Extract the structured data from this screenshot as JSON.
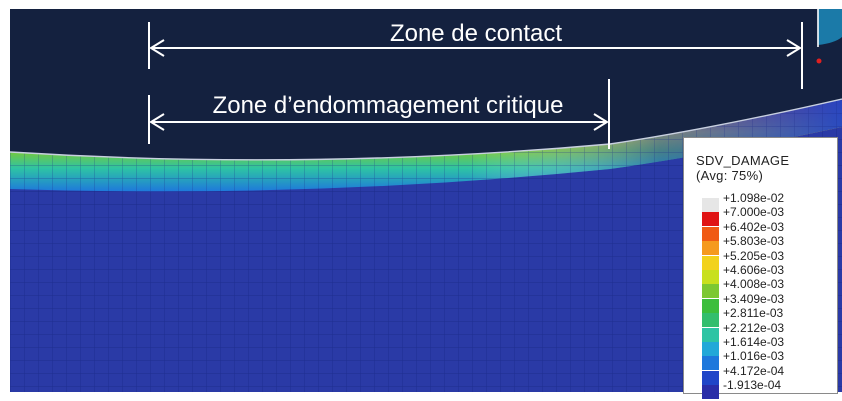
{
  "annotations": {
    "contact_zone": "Zone de contact",
    "critical_damage_zone": "Zone d’endommagement critique"
  },
  "legend": {
    "title": "SDV_DAMAGE",
    "subtitle": "(Avg: 75%)",
    "entries": [
      {
        "label": "+1.098e-02",
        "color": "#e6e6e6"
      },
      {
        "label": "+7.000e-03",
        "color": "#e01414"
      },
      {
        "label": "+6.402e-03",
        "color": "#f05a14"
      },
      {
        "label": "+5.803e-03",
        "color": "#f59a1e"
      },
      {
        "label": "+5.205e-03",
        "color": "#f2d21c"
      },
      {
        "label": "+4.606e-03",
        "color": "#c8e01e"
      },
      {
        "label": "+4.008e-03",
        "color": "#7cc832"
      },
      {
        "label": "+3.409e-03",
        "color": "#3cbe3c"
      },
      {
        "label": "+2.811e-03",
        "color": "#32be6e"
      },
      {
        "label": "+2.212e-03",
        "color": "#2ec4a4"
      },
      {
        "label": "+1.614e-03",
        "color": "#22a8d8"
      },
      {
        "label": "+1.016e-03",
        "color": "#1e78dc"
      },
      {
        "label": "+4.172e-04",
        "color": "#2046c8"
      },
      {
        "label": "-1.913e-04",
        "color": "#2a2ea8"
      }
    ]
  }
}
